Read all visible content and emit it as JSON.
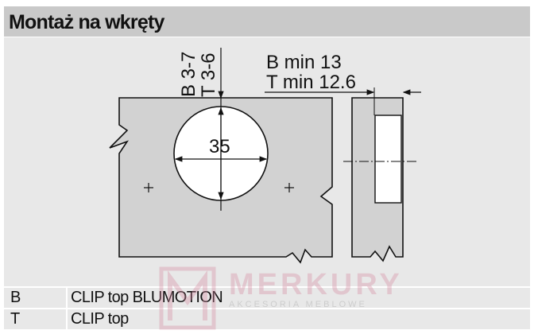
{
  "header": {
    "title": "Montaż na wkręty"
  },
  "drawing": {
    "depth_label_b": "B 3-7",
    "depth_label_t": "T 3-6",
    "diameter": "35",
    "min_label_b": "B min 13",
    "min_label_t": "T min 12.6"
  },
  "legend": [
    {
      "key": "B",
      "value": "CLIP top BLUMOTION"
    },
    {
      "key": "T",
      "value": "CLIP top"
    }
  ],
  "watermark": {
    "name": "MERKURY",
    "subtitle": "AKCESORIA MEBLOWE"
  }
}
